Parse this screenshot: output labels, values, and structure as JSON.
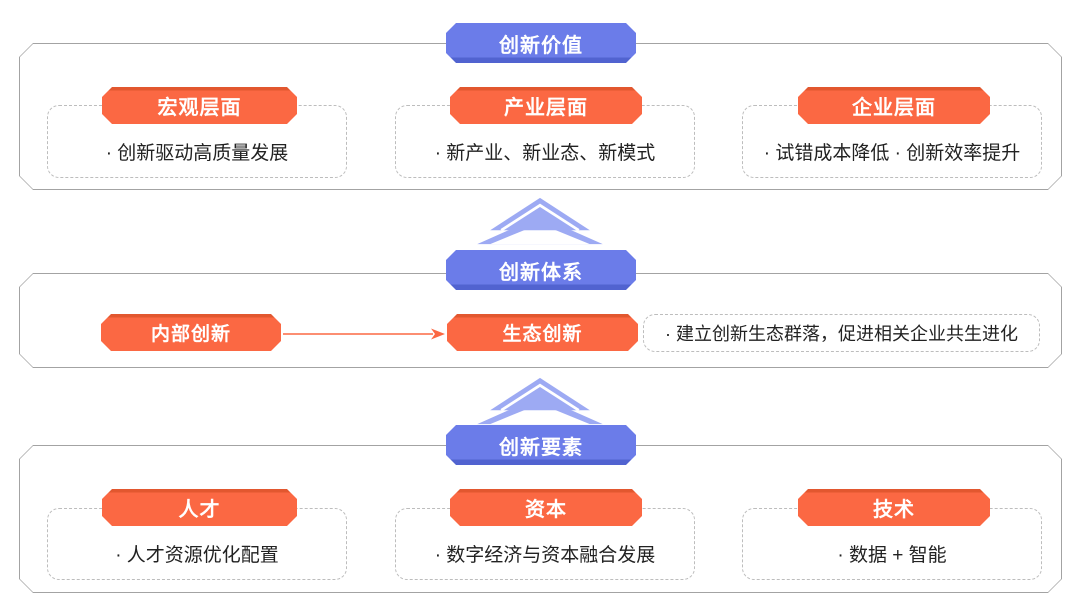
{
  "palette": {
    "header_blue": "#6b7ce9",
    "header_blue_dark": "#5163d0",
    "chevron_periwinkle": "#9daaf3",
    "accent_orange": "#fb6843",
    "accent_orange_dark": "#e2572f",
    "container_border": "#a3a3a3",
    "dashed_border": "#bdbdbd",
    "body_text": "#222222"
  },
  "sections": [
    {
      "header": "创新价值",
      "columns": [
        {
          "label": "宏观层面",
          "desc": "· 创新驱动高质量发展"
        },
        {
          "label": "产业层面",
          "desc": "· 新产业、新业态、新模式"
        },
        {
          "label": "企业层面",
          "desc": "· 试错成本降低 · 创新效率提升"
        }
      ]
    },
    {
      "header": "创新体系",
      "flow": {
        "from": "内部创新",
        "to": "生态创新",
        "desc": "· 建立创新生态群落，促进相关企业共生进化"
      }
    },
    {
      "header": "创新要素",
      "columns": [
        {
          "label": "人才",
          "desc": "· 人才资源优化配置"
        },
        {
          "label": "资本",
          "desc": "· 数字经济与资本融合发展"
        },
        {
          "label": "技术",
          "desc": "· 数据 + 智能"
        }
      ]
    }
  ]
}
